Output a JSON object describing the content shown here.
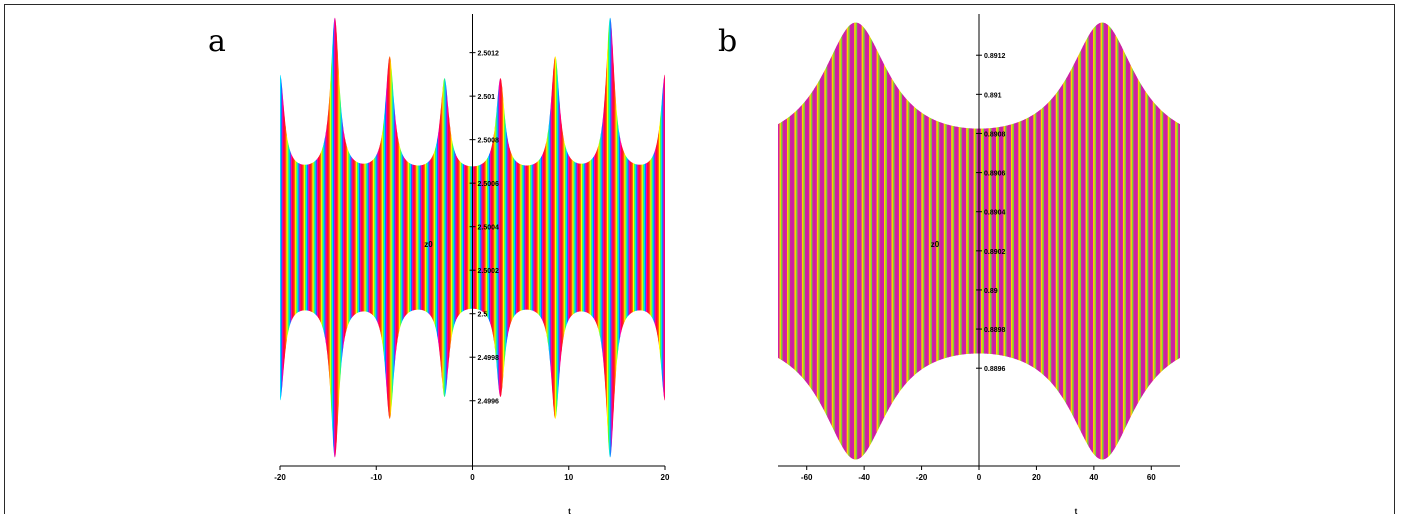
{
  "panels": [
    {
      "letter": "a"
    },
    {
      "letter": "b"
    }
  ],
  "chart_data": [
    {
      "type": "area",
      "panel": "a",
      "xlabel": "t",
      "ylabel": "z0",
      "xlim": [
        -20,
        20
      ],
      "ylim": [
        2.4993,
        2.50135
      ],
      "xticks": [
        -20,
        -10,
        0,
        10,
        20
      ],
      "xtick_labels": [
        "-20",
        "-10",
        "0",
        "10",
        "20"
      ],
      "yticks": [
        2.4996,
        2.4998,
        2.5,
        2.5002,
        2.5004,
        2.5006,
        2.5008,
        2.501,
        2.5012
      ],
      "ytick_labels": [
        "2.4996",
        "2.4998",
        "2.5",
        "2.5002",
        "2.5004",
        "2.5006",
        "2.5008",
        "2.501",
        "2.5012"
      ],
      "band_center": 2.50035,
      "band_halfwidth_base": 0.00029,
      "peaks_t": [
        -20,
        -14.3,
        -8.6,
        -2.9,
        2.9,
        8.6,
        14.3,
        20
      ],
      "peaks_halfwidth": [
        0.00074,
        0.001,
        0.00082,
        0.00072,
        0.00072,
        0.00082,
        0.001,
        0.00074
      ],
      "peak_width_t": 0.55,
      "stripe_colors": [
        "#00d8ff",
        "#2060ff",
        "#ff00aa",
        "#ff0040",
        "#ff2020",
        "#ff6a00",
        "#ffff00",
        "#40ff40"
      ],
      "stripe_period_t": 0.9
    },
    {
      "type": "area",
      "panel": "b",
      "xlabel": "t",
      "ylabel": "z0",
      "xlim": [
        -70,
        70
      ],
      "ylim": [
        0.8891,
        0.89138
      ],
      "xticks": [
        -60,
        -40,
        -20,
        0,
        20,
        40,
        60
      ],
      "xtick_labels": [
        "-60",
        "-40",
        "-20",
        "0",
        "20",
        "40",
        "60"
      ],
      "yticks": [
        0.8896,
        0.8898,
        0.89,
        0.8902,
        0.8904,
        0.8906,
        0.8908,
        0.891,
        0.8912
      ],
      "ytick_labels": [
        "0.8896",
        "0.8898",
        "0.89",
        "0.8902",
        "0.8904",
        "0.8906",
        "0.8908",
        "0.891",
        "0.8912"
      ],
      "band_center": 0.89025,
      "band_halfwidth_base": 0.00045,
      "peaks_t": [
        -43,
        43
      ],
      "peaks_halfwidth": [
        0.0011,
        0.0011
      ],
      "peak_width_t": 14,
      "stripe_colors": [
        "#d21ea8",
        "#ffd000",
        "#7fd03a",
        "#d21ea8",
        "#c8239e"
      ],
      "stripe_period_t": 2.6
    }
  ]
}
